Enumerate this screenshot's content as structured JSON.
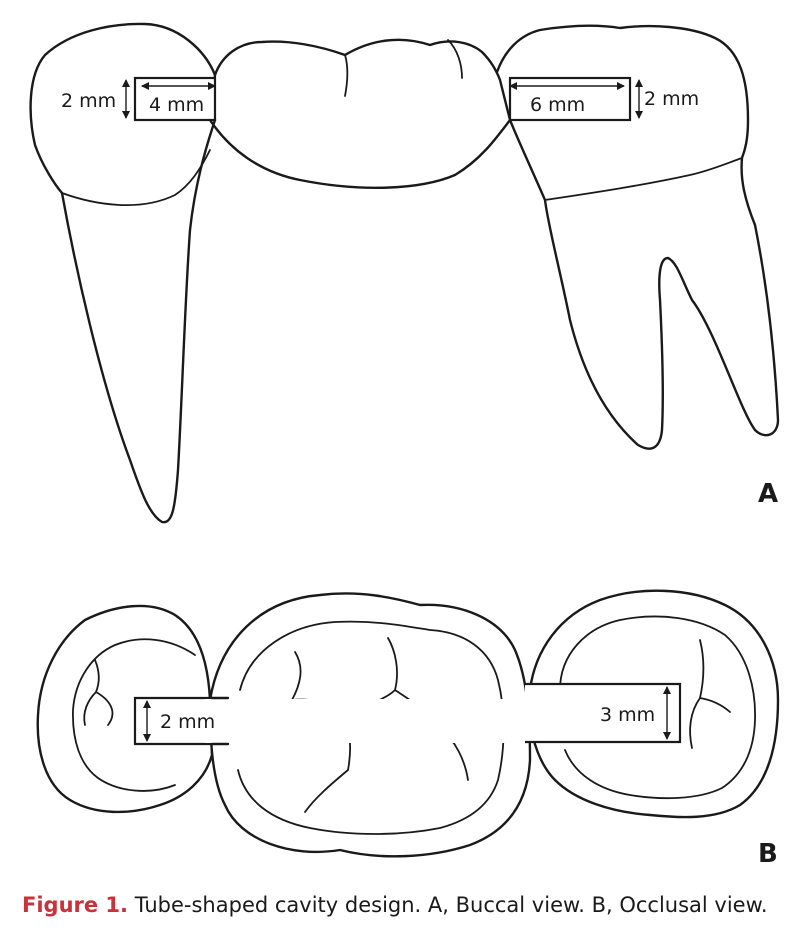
{
  "panels": {
    "a": {
      "label": "A",
      "dims": {
        "left_height": "2 mm",
        "left_width": "4 mm",
        "right_width": "6 mm",
        "right_height": "2 mm"
      }
    },
    "b": {
      "label": "B",
      "dims": {
        "left_height": "2 mm",
        "right_height": "3 mm"
      }
    }
  },
  "caption": {
    "label": "Figure 1.",
    "text": "Tube-shaped cavity design. A, Buccal view. B, Occlusal view."
  }
}
